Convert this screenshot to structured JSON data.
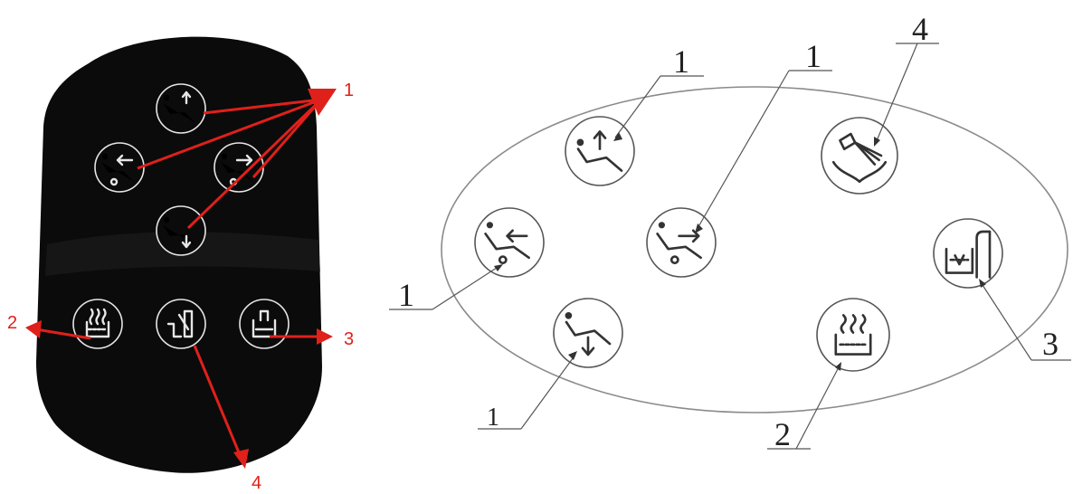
{
  "left_panel": {
    "callouts": {
      "chair_controls": "1",
      "cup_filler": "2",
      "bowl_rinse": "3",
      "water_heater": "4"
    },
    "icons": [
      "chair-up-icon",
      "chair-back-icon",
      "chair-forward-icon",
      "chair-down-icon",
      "cup-filler-icon",
      "water-heater-icon",
      "bowl-rinse-icon"
    ]
  },
  "right_panel": {
    "callouts": {
      "chair_up": "1",
      "chair_forward": "1",
      "chair_back": "1",
      "chair_down": "1",
      "bowl_flush": "4",
      "cup_filler": "2",
      "water_heater": "3"
    },
    "icons": [
      "chair-up-icon",
      "chair-back-icon",
      "chair-forward-icon",
      "chair-down-icon",
      "bowl-flush-icon",
      "cup-filler-icon",
      "water-heater-icon"
    ]
  },
  "colors": {
    "panel": "#0b0b0b",
    "callout_red": "#e0201b",
    "icon_light": "#e6e6e6",
    "line_gray": "#555555"
  }
}
